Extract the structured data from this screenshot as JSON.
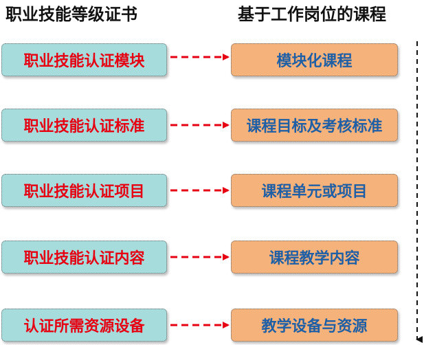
{
  "headers": {
    "left": "职业技能等级证书",
    "right": "基于工作岗位的课程"
  },
  "rows": [
    {
      "left": "职业技能认证模块",
      "right": "模块化课程"
    },
    {
      "left": "职业技能认证标准",
      "right": "课程目标及考核标准"
    },
    {
      "left": "职业技能认证项目",
      "right": "课程单元或项目"
    },
    {
      "left": "职业技能认证内容",
      "right": "课程教学内容"
    },
    {
      "left": "认证所需资源设备",
      "right": "教学设备与资源"
    }
  ],
  "colors": {
    "left_box_fill": "#a6dcdc",
    "left_text": "#e60012",
    "right_box_fill": "#f5b27a",
    "right_text": "#1f5fa6",
    "connector_arrow": "#e60012",
    "side_arrow": "#111111"
  }
}
